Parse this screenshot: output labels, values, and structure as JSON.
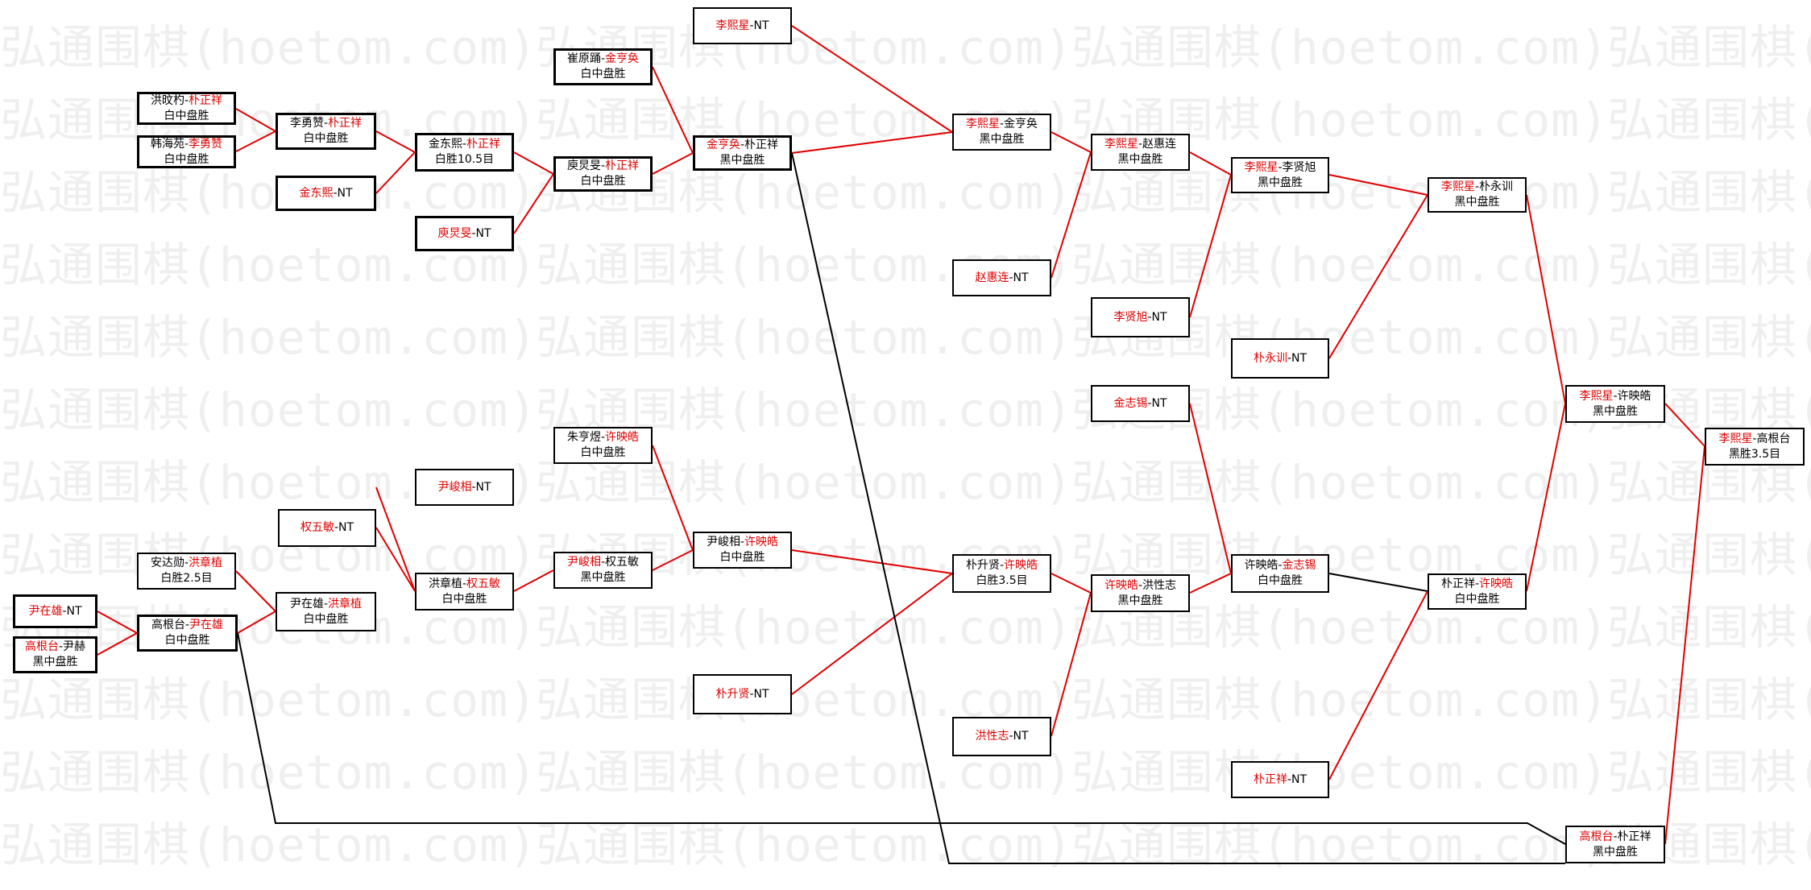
{
  "watermark": "弘通围棋(hoetom.com)",
  "colors": {
    "winner": "#e00000",
    "loser": "#000000",
    "red_line": "#e00000",
    "black_line": "#000000",
    "watermark": "#efefef"
  },
  "nodes": {
    "hongwuyue_pjx": {
      "p1": "洪旼杓",
      "sep": "-",
      "p2": "朴正祥",
      "winner": "p2",
      "result": "白中盘胜"
    },
    "hanhaiyuan_lyz": {
      "p1": "韩海苑",
      "sep": "-",
      "p2": "李勇赞",
      "winner": "p2",
      "result": "白中盘胜"
    },
    "lyz_pjx": {
      "p1": "李勇赞",
      "sep": "-",
      "p2": "朴正祥",
      "winner": "p2",
      "result": "白中盘胜"
    },
    "jdx_nt": {
      "p1": "金东熙",
      "sep": "-",
      "p2": "NT",
      "winner": "p1",
      "result": ""
    },
    "jdx_pjx": {
      "p1": "金东熙",
      "sep": "-",
      "p2": "朴正祥",
      "winner": "p2",
      "result": "白胜10.5目"
    },
    "tangjinmin_nt": {
      "p1": "庾炅旻",
      "sep": "-",
      "p2": "NT",
      "winner": "p1",
      "result": ""
    },
    "cuiyuanlu_jhh": {
      "p1": "崔原踊",
      "sep": "-",
      "p2": "金亨奂",
      "winner": "p2",
      "result": "白中盘胜"
    },
    "tang_pjx": {
      "p1": "庾炅旻",
      "sep": "-",
      "p2": "朴正祥",
      "winner": "p2",
      "result": "白中盘胜"
    },
    "lxx_nt_top": {
      "p1": "李熙星",
      "sep": "-",
      "p2": "NT",
      "winner": "p1",
      "result": ""
    },
    "jhh_pjx": {
      "p1": "金亨奂",
      "sep": "-",
      "p2": "朴正祥",
      "winner": "p1",
      "result": "黑中盘胜"
    },
    "lxx_jhh": {
      "p1": "李熙星",
      "sep": "-",
      "p2": "金亨奂",
      "winner": "p1",
      "result": "黑中盘胜"
    },
    "zhaohuilian_nt": {
      "p1": "赵惠连",
      "sep": "-",
      "p2": "NT",
      "winner": "p1",
      "result": ""
    },
    "lxx_zhl": {
      "p1": "李熙星",
      "sep": "-",
      "p2": "赵惠连",
      "winner": "p1",
      "result": "黑中盘胜"
    },
    "lixianxu_nt": {
      "p1": "李贤旭",
      "sep": "-",
      "p2": "NT",
      "winner": "p1",
      "result": ""
    },
    "lxx_lxu": {
      "p1": "李熙星",
      "sep": "-",
      "p2": "李贤旭",
      "winner": "p1",
      "result": "黑中盘胜"
    },
    "piaoyongxun_nt": {
      "p1": "朴永训",
      "sep": "-",
      "p2": "NT",
      "winner": "p1",
      "result": ""
    },
    "lxx_pyx": {
      "p1": "李熙星",
      "sep": "-",
      "p2": "朴永训",
      "winner": "p1",
      "result": "黑中盘胜"
    },
    "jinzhixi_nt": {
      "p1": "金志锡",
      "sep": "-",
      "p2": "NT",
      "winner": "p1",
      "result": ""
    },
    "lxx_xyh": {
      "p1": "李熙星",
      "sep": "-",
      "p2": "许映皓",
      "winner": "p1",
      "result": "黑中盘胜"
    },
    "final": {
      "p1": "李熙星",
      "sep": "-",
      "p2": "高根台",
      "winner": "p1",
      "result": "黑胜3.5目"
    },
    "zhuhengyu_xyh": {
      "p1": "朱亨煜",
      "sep": "-",
      "p2": "许映皓",
      "winner": "p2",
      "result": "白中盘胜"
    },
    "yjx_nt": {
      "p1": "尹峻相",
      "sep": "-",
      "p2": "NT",
      "winner": "p1",
      "result": ""
    },
    "quanwumin_nt": {
      "p1": "权五敏",
      "sep": "-",
      "p2": "NT",
      "winner": "p1",
      "result": ""
    },
    "andaxun_hzz": {
      "p1": "安达勋",
      "sep": "-",
      "p2": "洪章植",
      "winner": "p2",
      "result": "白胜2.5目"
    },
    "hzz_qwm": {
      "p1": "洪章植",
      "sep": "-",
      "p2": "权五敏",
      "winner": "p2",
      "result": "白中盘胜"
    },
    "yzx_hzz": {
      "p1": "尹在雄",
      "sep": "-",
      "p2": "洪章植",
      "winner": "p2",
      "result": "白中盘胜"
    },
    "yjx_qwm": {
      "p1": "尹峻相",
      "sep": "-",
      "p2": "权五敏",
      "winner": "p1",
      "result": "黑中盘胜"
    },
    "yjx_xyh": {
      "p1": "尹峻相",
      "sep": "-",
      "p2": "许映皓",
      "winner": "p2",
      "result": "白中盘胜"
    },
    "pshx_xyh": {
      "p1": "朴升贤",
      "sep": "-",
      "p2": "许映皓",
      "winner": "p2",
      "result": "白胜3.5目"
    },
    "pshx_nt": {
      "p1": "朴升贤",
      "sep": "-",
      "p2": "NT",
      "winner": "p1",
      "result": ""
    },
    "xyh_hxz": {
      "p1": "许映皓",
      "sep": "-",
      "p2": "洪性志",
      "winner": "p1",
      "result": "黑中盘胜"
    },
    "hongxingzhi_nt": {
      "p1": "洪性志",
      "sep": "-",
      "p2": "NT",
      "winner": "p1",
      "result": ""
    },
    "xyh_jzx": {
      "p1": "许映皓",
      "sep": "-",
      "p2": "金志锡",
      "winner": "p2",
      "result": "白中盘胜"
    },
    "pjx_xyh": {
      "p1": "朴正祥",
      "sep": "-",
      "p2": "许映皓",
      "winner": "p2",
      "result": "白中盘胜"
    },
    "pjx_nt": {
      "p1": "朴正祥",
      "sep": "-",
      "p2": "NT",
      "winner": "p1",
      "result": ""
    },
    "yinzaixiong_nt": {
      "p1": "尹在雄",
      "sep": "-",
      "p2": "NT",
      "winner": "p1",
      "result": ""
    },
    "ggt_yinhe": {
      "p1": "高根台",
      "sep": "-",
      "p2": "尹赫",
      "winner": "p1",
      "result": "黑中盘胜"
    },
    "ggt_yzx": {
      "p1": "高根台",
      "sep": "-",
      "p2": "尹在雄",
      "winner": "p2",
      "result": "白中盘胜"
    },
    "ggt_pjx": {
      "p1": "高根台",
      "sep": "-",
      "p2": "朴正祥",
      "winner": "p1",
      "result": "黑中盘胜"
    }
  }
}
